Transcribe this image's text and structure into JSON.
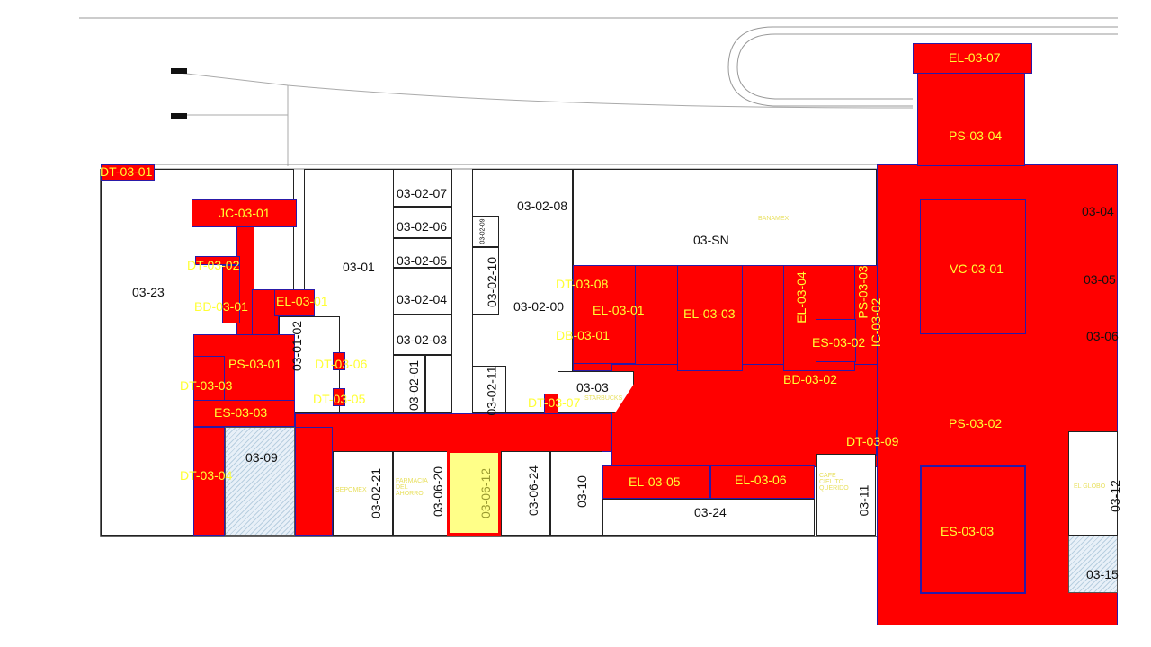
{
  "plan": {
    "zones": {
      "dt_03_01": "DT-03-01",
      "jc_03_01": "JC-03-01",
      "dt_03_02": "DT-03-02",
      "bd_03_01": "BD-03-01",
      "el_03_01_a": "EL-03-01",
      "ps_03_01": "PS-03-01",
      "dt_03_03": "DT-03-03",
      "es_03_03_a": "ES-03-03",
      "dt_03_04": "DT-03-04",
      "dt_03_06": "DT-03-06",
      "dt_03_05": "DT-03-05",
      "dt_03_07": "DT-03-07",
      "dt_03_08": "DT-03-08",
      "el_03_01_b": "EL-03-01",
      "db_03_01": "DB-03-01",
      "el_03_03": "EL-03-03",
      "el_03_04": "EL-03-04",
      "es_03_02": "ES-03-02",
      "ps_03_03": "PS-03-03",
      "ic_03_02": "IC-03-02",
      "bd_03_02": "BD-03-02",
      "dt_03_09": "DT-03-09",
      "el_03_05": "EL-03-05",
      "el_03_06": "EL-03-06",
      "el_03_07": "EL-03-07",
      "ps_03_04": "PS-03-04",
      "vc_03_01": "VC-03-01",
      "ps_03_02": "PS-03-02",
      "es_03_03_b": "ES-03-03"
    },
    "rooms": {
      "r03_23": "03-23",
      "r03_01": "03-01",
      "r03_01_02": "03-01-02",
      "r03_02_07": "03-02-07",
      "r03_02_06": "03-02-06",
      "r03_02_05": "03-02-05",
      "r03_02_04": "03-02-04",
      "r03_02_03": "03-02-03",
      "r03_02_01": "03-02-01",
      "r03_02_08": "03-02-08",
      "r03_02_09": "03-02-09",
      "r03_02_10": "03-02-10",
      "r03_02_00": "03-02-00",
      "r03_02_11": "03-02-11",
      "r03_03": "03-03",
      "r03_sn": "03-SN",
      "r03_09": "03-09",
      "r03_02_21": "03-02-21",
      "r03_06_20": "03-06-20",
      "r03_06_12": "03-06-12",
      "r03_06_24": "03-06-24",
      "r03_10": "03-10",
      "r03_24": "03-24",
      "r03_11": "03-11",
      "r03_04": "03-04",
      "r03_05": "03-05",
      "r03_06": "03-06",
      "r03_12": "03-12",
      "r03_15": "03-15"
    },
    "tenants": {
      "sepomex": "SEPOMEX",
      "farmacia": "FARMACIA DEL AHORRO",
      "starbucks": "STARBUCKS",
      "banamex": "BANAMEX",
      "cafe": "CAFE CIELITO QUERIDO",
      "globo": "EL GLOBO"
    },
    "colors": {
      "zone": "#ff0000",
      "zone_label": "#ffff33",
      "selected": "#ffff88",
      "outline": "#2a1aa8"
    }
  }
}
